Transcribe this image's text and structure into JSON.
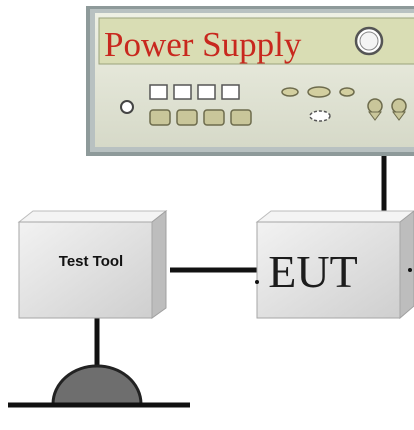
{
  "power_supply": {
    "title": "Power Supply",
    "title_color": "#c8281e",
    "panel_color": "#e3e6d6",
    "display_color": "#d9ddb4",
    "frame_color": "#8e9a9a",
    "button_row_top_count": 4,
    "button_row_bottom_count": 4
  },
  "test_tool": {
    "label": "Test Tool"
  },
  "eut": {
    "label": "EUT"
  },
  "ground": {
    "icon": "ground-dome-icon"
  },
  "colors": {
    "box_face": "#e0e0e0",
    "box_edge": "#a6a6a6",
    "wire": "#111111",
    "dome": "#6e6e6e"
  }
}
